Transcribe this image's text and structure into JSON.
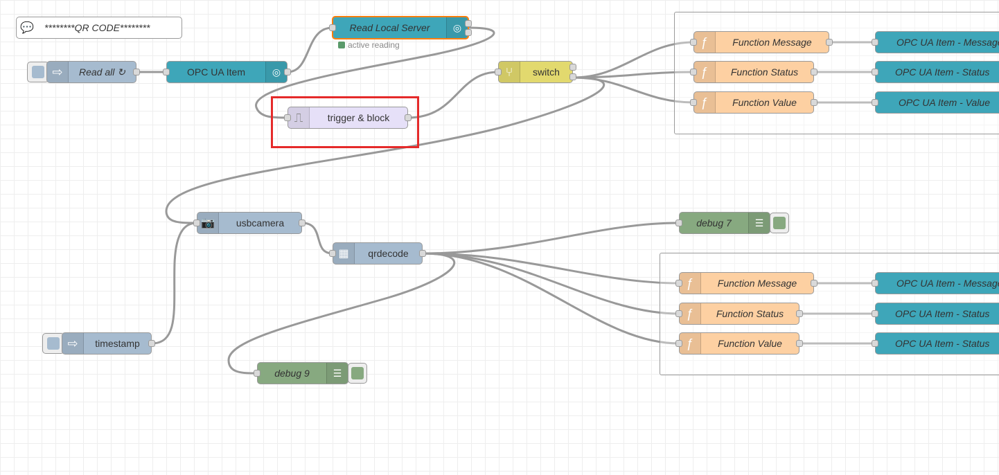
{
  "comment": {
    "text": "********QR CODE********",
    "icon": "comment-icon"
  },
  "nodes": {
    "read_all": {
      "label": "Read all ↻",
      "type": "inject"
    },
    "opc_ua_item": {
      "label": "OPC UA Item"
    },
    "read_local_server": {
      "label": "Read Local Server",
      "status": "active reading"
    },
    "switch": {
      "label": "switch"
    },
    "trigger_block": {
      "label": "trigger & block"
    },
    "usbcamera": {
      "label": "usbcamera"
    },
    "qrdecode": {
      "label": "qrdecode"
    },
    "timestamp": {
      "label": "timestamp"
    },
    "debug7": {
      "label": "debug 7"
    },
    "debug9": {
      "label": "debug 9"
    },
    "g1_func_message": {
      "label": "Function Message"
    },
    "g1_func_status": {
      "label": "Function Status"
    },
    "g1_func_value": {
      "label": "Function Value"
    },
    "g1_opc_message": {
      "label": "OPC UA Item - Message"
    },
    "g1_opc_status": {
      "label": "OPC UA Item - Status"
    },
    "g1_opc_value": {
      "label": "OPC UA Item - Value"
    },
    "g2_func_message": {
      "label": "Function Message"
    },
    "g2_func_status": {
      "label": "Function Status"
    },
    "g2_func_value": {
      "label": "Function Value"
    },
    "g2_opc_message": {
      "label": "OPC UA Item - Message"
    },
    "g2_opc_status": {
      "label": "OPC UA Item - Status"
    },
    "g2_opc_status2": {
      "label": "OPC UA Item - Status"
    }
  },
  "colors": {
    "opcua": "#3ea6b9",
    "inject": "#a6bbcf",
    "function": "#fdd0a2",
    "trigger": "#e6e0f8",
    "switch": "#e2d96e",
    "debug": "#87a980",
    "highlight": "#e52a2a",
    "selected": "#ff7f0e",
    "wire": "#999999"
  }
}
